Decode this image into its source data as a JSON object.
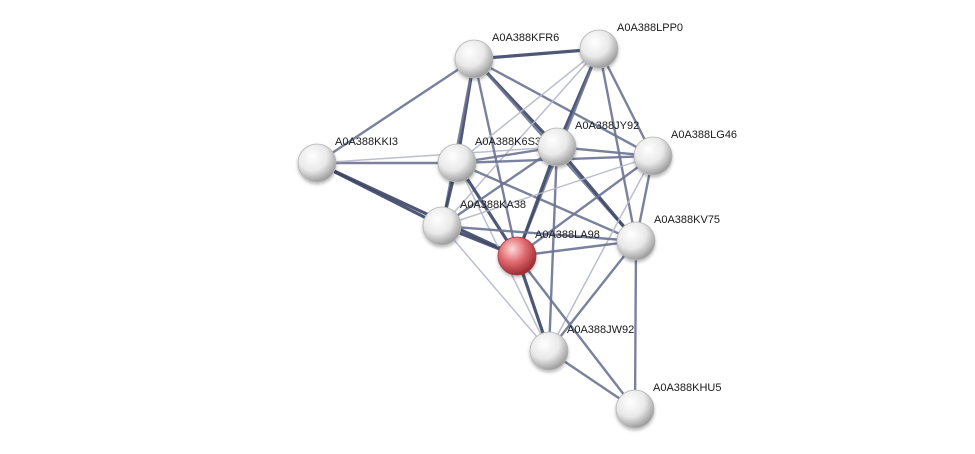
{
  "network": {
    "nodes": [
      {
        "id": "A0A388KFR6",
        "label": "A0A388KFR6",
        "query": false
      },
      {
        "id": "A0A388LPP0",
        "label": "A0A388LPP0",
        "query": false
      },
      {
        "id": "A0A388KKI3",
        "label": "A0A388KKI3",
        "query": false
      },
      {
        "id": "A0A388K6S3",
        "label": "A0A388K6S3",
        "query": false
      },
      {
        "id": "A0A388JY92",
        "label": "A0A388JY92",
        "query": false
      },
      {
        "id": "A0A388LG46",
        "label": "A0A388LG46",
        "query": false
      },
      {
        "id": "A0A388KA38",
        "label": "A0A388KA38",
        "query": false
      },
      {
        "id": "A0A388LA98",
        "label": "A0A388LA98",
        "query": true
      },
      {
        "id": "A0A388KV75",
        "label": "A0A388KV75",
        "query": false
      },
      {
        "id": "A0A388JW92",
        "label": "A0A388JW92",
        "query": false
      },
      {
        "id": "A0A388KHU5",
        "label": "A0A388KHU5",
        "query": false
      }
    ],
    "edges": [
      {
        "a": "A0A388KKI3",
        "b": "A0A388KFR6",
        "strength": "medium"
      },
      {
        "a": "A0A388KKI3",
        "b": "A0A388K6S3",
        "strength": "medium"
      },
      {
        "a": "A0A388KKI3",
        "b": "A0A388KA38",
        "strength": "strong"
      },
      {
        "a": "A0A388KKI3",
        "b": "A0A388LA98",
        "strength": "strong"
      },
      {
        "a": "A0A388KKI3",
        "b": "A0A388JY92",
        "strength": "light"
      },
      {
        "a": "A0A388KFR6",
        "b": "A0A388LPP0",
        "strength": "strong"
      },
      {
        "a": "A0A388KFR6",
        "b": "A0A388K6S3",
        "strength": "strong"
      },
      {
        "a": "A0A388KFR6",
        "b": "A0A388JY92",
        "strength": "strong"
      },
      {
        "a": "A0A388KFR6",
        "b": "A0A388LG46",
        "strength": "medium"
      },
      {
        "a": "A0A388KFR6",
        "b": "A0A388KA38",
        "strength": "medium"
      },
      {
        "a": "A0A388KFR6",
        "b": "A0A388LA98",
        "strength": "medium"
      },
      {
        "a": "A0A388KFR6",
        "b": "A0A388KV75",
        "strength": "medium"
      },
      {
        "a": "A0A388LPP0",
        "b": "A0A388K6S3",
        "strength": "light"
      },
      {
        "a": "A0A388LPP0",
        "b": "A0A388JY92",
        "strength": "strong"
      },
      {
        "a": "A0A388LPP0",
        "b": "A0A388LG46",
        "strength": "medium"
      },
      {
        "a": "A0A388LPP0",
        "b": "A0A388KA38",
        "strength": "light"
      },
      {
        "a": "A0A388LPP0",
        "b": "A0A388LA98",
        "strength": "medium"
      },
      {
        "a": "A0A388LPP0",
        "b": "A0A388KV75",
        "strength": "medium"
      },
      {
        "a": "A0A388K6S3",
        "b": "A0A388JY92",
        "strength": "medium"
      },
      {
        "a": "A0A388K6S3",
        "b": "A0A388LG46",
        "strength": "medium"
      },
      {
        "a": "A0A388K6S3",
        "b": "A0A388KA38",
        "strength": "strong"
      },
      {
        "a": "A0A388K6S3",
        "b": "A0A388LA98",
        "strength": "strong"
      },
      {
        "a": "A0A388K6S3",
        "b": "A0A388KV75",
        "strength": "medium"
      },
      {
        "a": "A0A388K6S3",
        "b": "A0A388JW92",
        "strength": "light"
      },
      {
        "a": "A0A388JY92",
        "b": "A0A388LG46",
        "strength": "medium"
      },
      {
        "a": "A0A388JY92",
        "b": "A0A388KA38",
        "strength": "medium"
      },
      {
        "a": "A0A388JY92",
        "b": "A0A388LA98",
        "strength": "strong"
      },
      {
        "a": "A0A388JY92",
        "b": "A0A388KV75",
        "strength": "strong"
      },
      {
        "a": "A0A388JY92",
        "b": "A0A388JW92",
        "strength": "medium"
      },
      {
        "a": "A0A388LG46",
        "b": "A0A388KA38",
        "strength": "light"
      },
      {
        "a": "A0A388LG46",
        "b": "A0A388LA98",
        "strength": "medium"
      },
      {
        "a": "A0A388LG46",
        "b": "A0A388KV75",
        "strength": "medium"
      },
      {
        "a": "A0A388LG46",
        "b": "A0A388JW92",
        "strength": "light"
      },
      {
        "a": "A0A388KA38",
        "b": "A0A388LA98",
        "strength": "strong"
      },
      {
        "a": "A0A388KA38",
        "b": "A0A388KV75",
        "strength": "medium"
      },
      {
        "a": "A0A388KA38",
        "b": "A0A388JW92",
        "strength": "light"
      },
      {
        "a": "A0A388LA98",
        "b": "A0A388KV75",
        "strength": "medium"
      },
      {
        "a": "A0A388LA98",
        "b": "A0A388JW92",
        "strength": "strong"
      },
      {
        "a": "A0A388LA98",
        "b": "A0A388KHU5",
        "strength": "medium"
      },
      {
        "a": "A0A388KV75",
        "b": "A0A388JW92",
        "strength": "medium"
      },
      {
        "a": "A0A388KV75",
        "b": "A0A388KHU5",
        "strength": "medium"
      },
      {
        "a": "A0A388JW92",
        "b": "A0A388KHU5",
        "strength": "medium"
      },
      {
        "a": "A0A388KV75",
        "b": "A0A388KV75",
        "strength": "none"
      }
    ],
    "colors": {
      "node_default": "#dcdcdc",
      "node_query": "#d9565c",
      "edge_strong": "#3b4566",
      "edge_medium": "#6b7391",
      "edge_light": "#b4b8c8"
    }
  }
}
